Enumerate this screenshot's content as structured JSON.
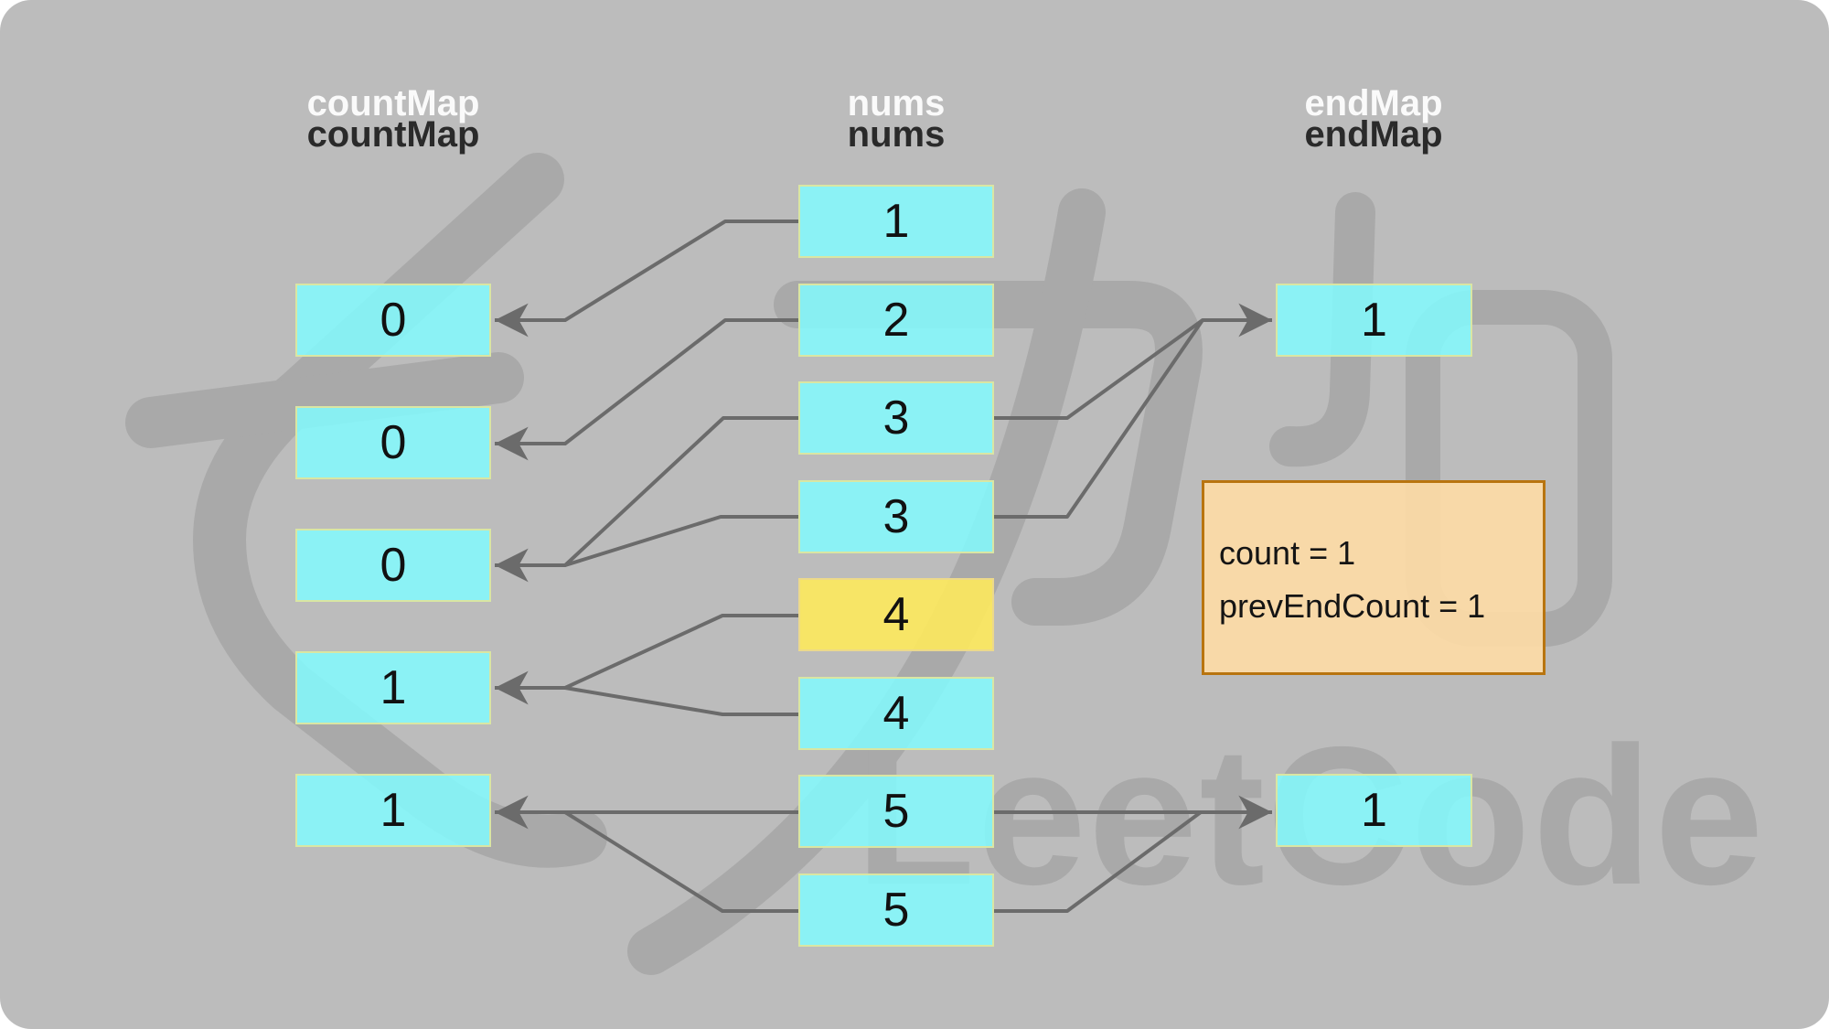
{
  "headers": {
    "countMap": "countMap",
    "nums": "nums",
    "endMap": "endMap"
  },
  "countMap": {
    "values": [
      "0",
      "0",
      "0",
      "1",
      "1"
    ]
  },
  "nums": {
    "values": [
      "1",
      "2",
      "3",
      "3",
      "4",
      "4",
      "5",
      "5"
    ],
    "highlighted_value": "4",
    "highlight_index": 4
  },
  "endMap": {
    "values": [
      "1",
      "1"
    ]
  },
  "info_box": {
    "lines": [
      "count = 1",
      "prevEndCount = 1"
    ]
  },
  "watermark": {
    "text": "LeetCode"
  },
  "colors": {
    "background": "#bcbcbc",
    "watermark_gray": "#a9a9a9",
    "arrow_gray": "#6b6b6b",
    "cell_cyan": "#8bf2fa",
    "cell_highlight_yellow": "#ffe566",
    "cell_border": "#d9e6a3",
    "info_fill": "#f8dba8",
    "info_border": "#b8740f",
    "header_white": "#fafafa",
    "header_dark": "#2a2a2a"
  }
}
